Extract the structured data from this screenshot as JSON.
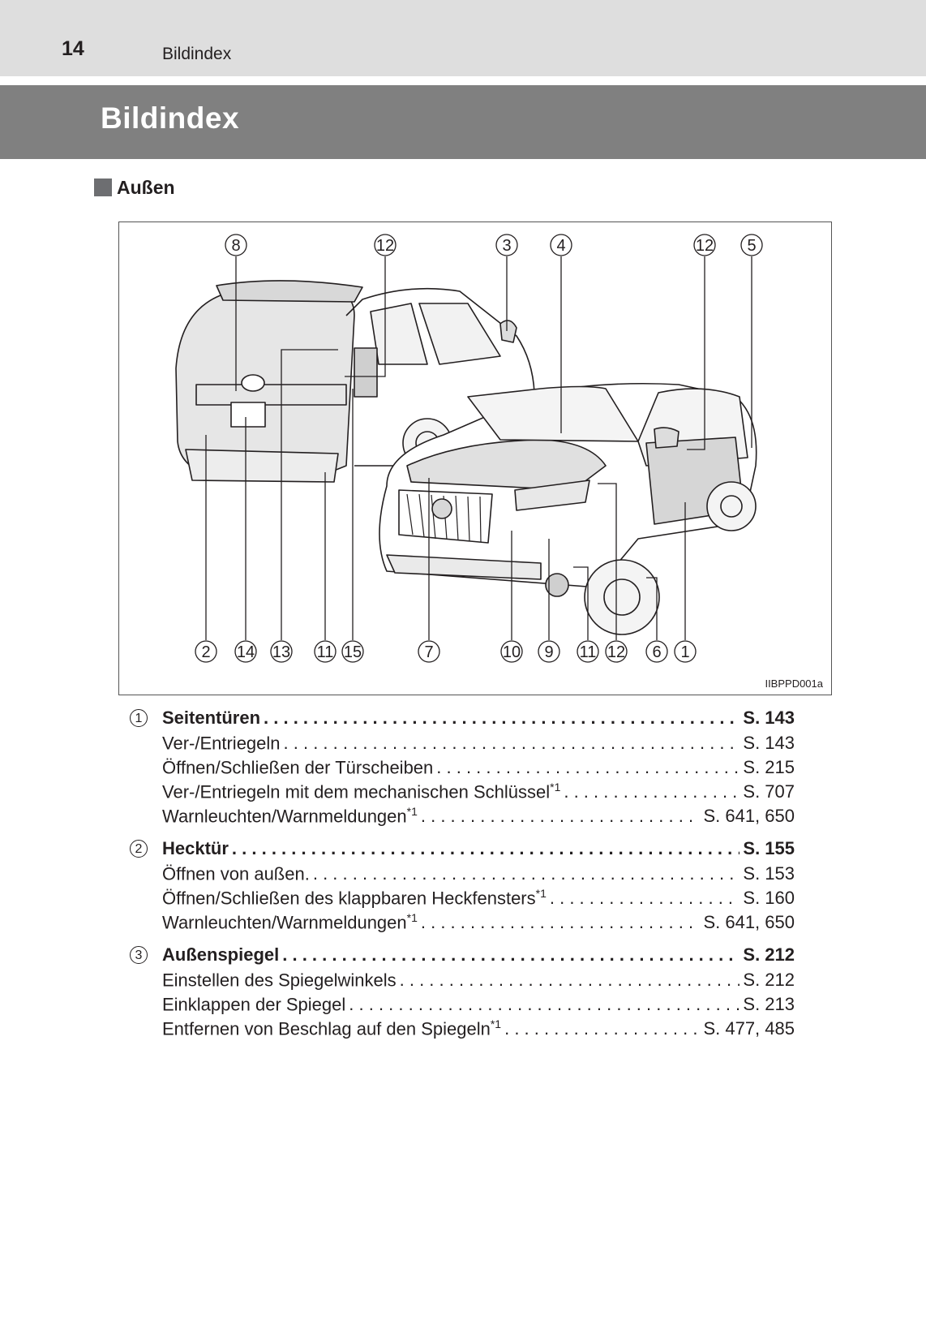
{
  "header": {
    "page_number": "14",
    "running_head": "Bildindex"
  },
  "title": "Bildindex",
  "section": {
    "title": "Außen"
  },
  "figure": {
    "image_code": "IIBPPD001a",
    "callouts_top": [
      "8",
      "12",
      "3",
      "4",
      "12",
      "5"
    ],
    "callouts_bottom": [
      "2",
      "14",
      "13",
      "11",
      "15",
      "7",
      "10",
      "9",
      "11",
      "12",
      "6",
      "1"
    ]
  },
  "index": [
    {
      "number": "1",
      "main": {
        "label": "Seitentüren",
        "page": "S. 143"
      },
      "items": [
        {
          "label": "Ver-/Entriegeln",
          "note": "",
          "page": "S. 143"
        },
        {
          "label": "Öffnen/Schließen der Türscheiben",
          "note": "",
          "page": "S. 215"
        },
        {
          "label": "Ver-/Entriegeln mit dem mechanischen Schlüssel",
          "note": "*1",
          "page": "S. 707"
        },
        {
          "label": "Warnleuchten/Warnmeldungen",
          "note": "*1",
          "page": "S. 641, 650"
        }
      ]
    },
    {
      "number": "2",
      "main": {
        "label": "Hecktür",
        "page": "S. 155"
      },
      "items": [
        {
          "label": "Öffnen von außen.",
          "note": "",
          "page": "S. 153"
        },
        {
          "label": "Öffnen/Schließen des klappbaren Heckfensters",
          "note": "*1",
          "page": "S. 160"
        },
        {
          "label": "Warnleuchten/Warnmeldungen",
          "note": "*1",
          "page": "S. 641, 650"
        }
      ]
    },
    {
      "number": "3",
      "main": {
        "label": "Außenspiegel",
        "page": "S. 212"
      },
      "items": [
        {
          "label": "Einstellen des Spiegelwinkels",
          "note": "",
          "page": "S. 212"
        },
        {
          "label": "Einklappen der Spiegel",
          "note": "",
          "page": "S. 213"
        },
        {
          "label": "Entfernen von Beschlag auf den Spiegeln",
          "note": "*1",
          "page": "S. 477, 485"
        }
      ]
    }
  ]
}
